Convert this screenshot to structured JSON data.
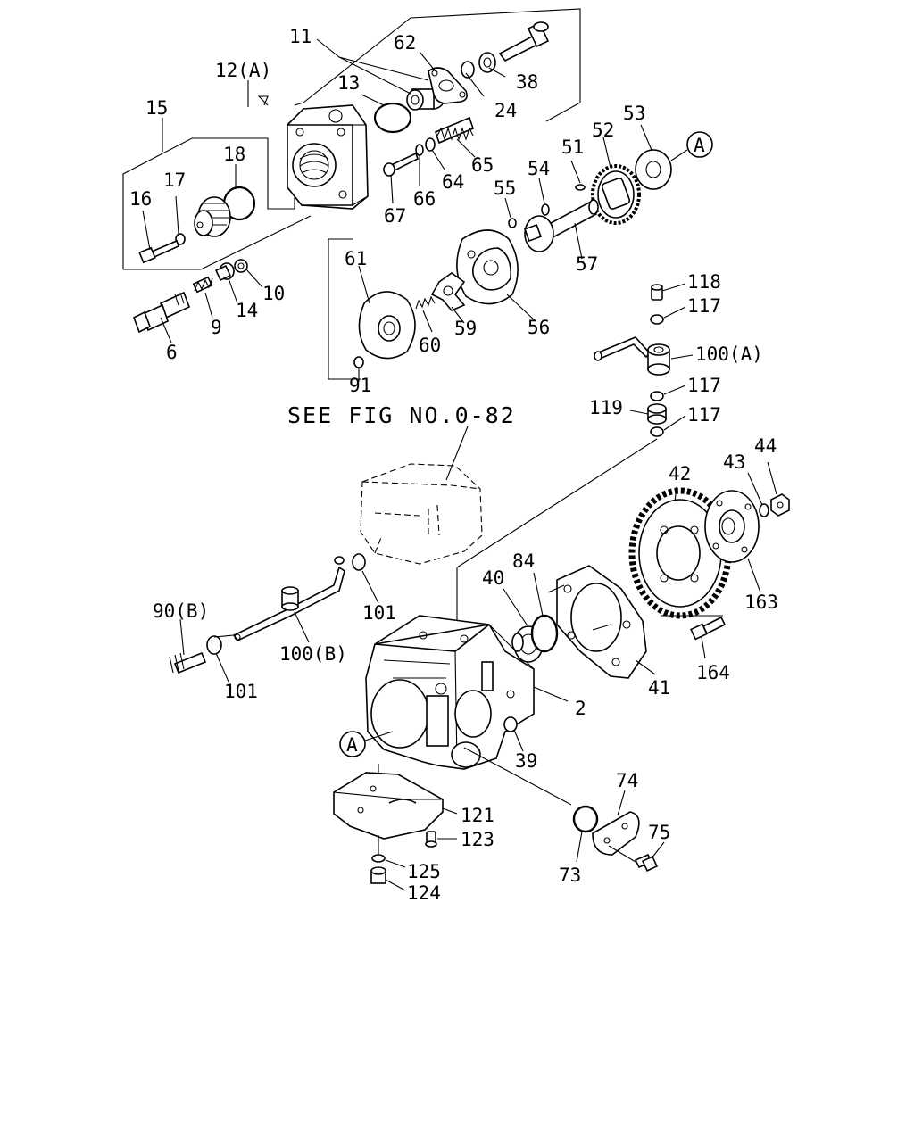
{
  "diagram": {
    "note": "SEE FIG NO.0-82",
    "ref_marker": "A",
    "callouts": {
      "c11": "11",
      "c62": "62",
      "c12a": "12(A)",
      "c13": "13",
      "c38": "38",
      "c24": "24",
      "c15": "15",
      "c18": "18",
      "c17": "17",
      "c16": "16",
      "c65": "65",
      "c64": "64",
      "c66": "66",
      "c67": "67",
      "c51": "51",
      "c52": "52",
      "c53": "53",
      "c54": "54",
      "c55": "55",
      "c57": "57",
      "c10": "10",
      "c14": "14",
      "c9": "9",
      "c6": "6",
      "c61": "61",
      "c60": "60",
      "c59": "59",
      "c56": "56",
      "c91": "91",
      "c118": "118",
      "c117a": "117",
      "c100a": "100(A)",
      "c117b": "117",
      "c119": "119",
      "c117c": "117",
      "c42": "42",
      "c43": "43",
      "c44": "44",
      "c84": "84",
      "c40": "40",
      "c163": "163",
      "c90b": "90(B)",
      "c101a": "101",
      "c100b": "100(B)",
      "c101b": "101",
      "c164": "164",
      "c41": "41",
      "c2": "2",
      "c39": "39",
      "c74": "74",
      "c121": "121",
      "c123": "123",
      "c75": "75",
      "c125": "125",
      "c124": "124",
      "c73": "73"
    }
  }
}
